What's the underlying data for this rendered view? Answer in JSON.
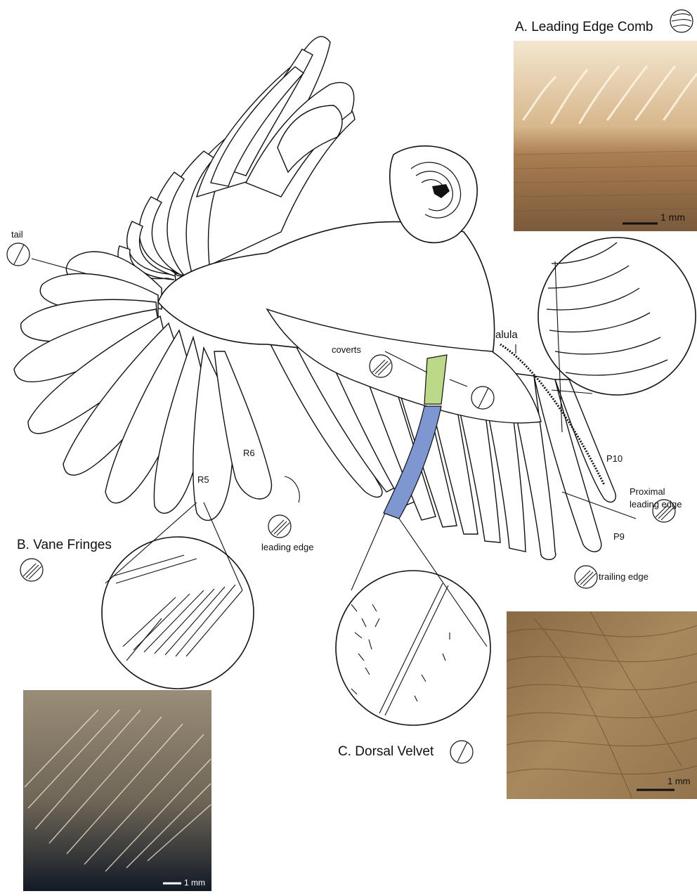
{
  "titles": {
    "leading_edge_comb": "A. Leading Edge Comb",
    "vane_fringes": "B. Vane Fringes",
    "dorsal_velvet": "C. Dorsal Velvet"
  },
  "labels": {
    "tail": "tail",
    "coverts": "coverts",
    "alula": "alula",
    "r6": "R6",
    "r5": "R5",
    "p10": "P10",
    "p9": "P9",
    "proximal_leading_edge_1": "Proximal",
    "proximal_leading_edge_2": "leading edge",
    "leading_edge": "leading edge",
    "trailing_edge": "trailing edge"
  },
  "scale_bars": {
    "comb": "1 mm",
    "velvet": "1 mm",
    "fringes": "1 mm"
  },
  "colors": {
    "coverts_highlight": "#bcd98a",
    "velvet_highlight": "#7f97d1",
    "comb_photo_top": "#f0dfc6",
    "comb_photo_bottom": "#7a5b3c",
    "velvet_photo": "#9c7c52",
    "fringe_photo_dark": "#0e1522"
  },
  "icons": [
    "comb-icon",
    "fringe-icon",
    "velvet-icon"
  ]
}
